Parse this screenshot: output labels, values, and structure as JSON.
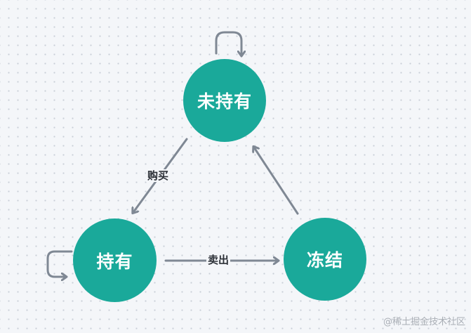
{
  "diagram": {
    "states": {
      "unheld": "未持有",
      "held": "持有",
      "frozen": "冻结"
    },
    "transitions": {
      "buy": "购买",
      "sell": "卖出"
    },
    "colors": {
      "node_fill": "#1aa99a",
      "edge_stroke": "#7f8894",
      "label_text": "#2b2f36"
    }
  },
  "watermark": "@稀土掘金技术社区"
}
